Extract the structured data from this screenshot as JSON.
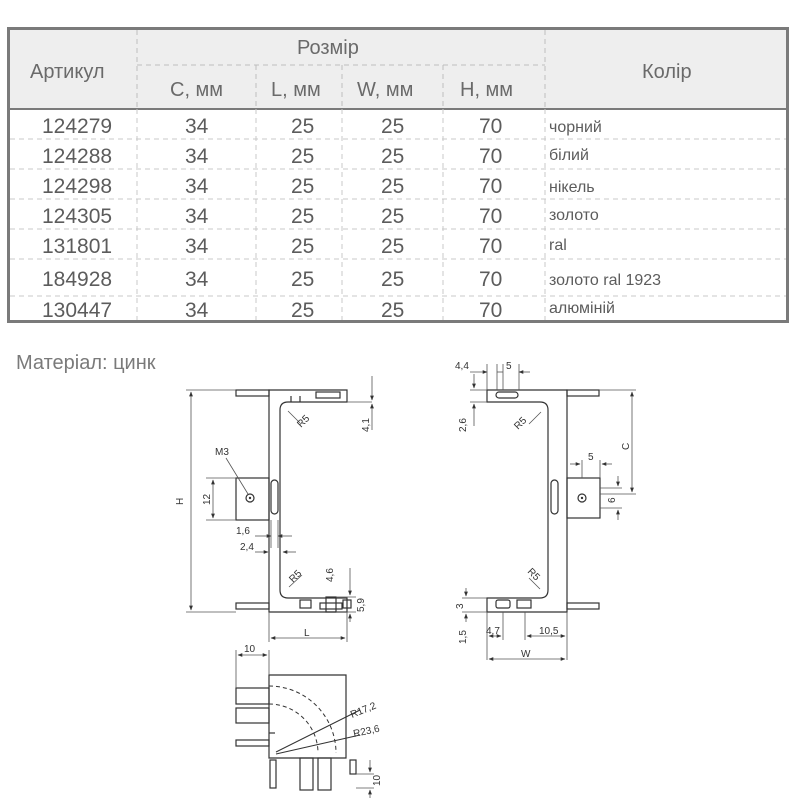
{
  "table": {
    "header": {
      "article": "Артикул",
      "size_group": "Розмір",
      "color": "Колір",
      "c": "C, мм",
      "l": "L, мм",
      "w": "W, мм",
      "h": "H, мм"
    },
    "rows": [
      {
        "article": "124279",
        "c": "34",
        "l": "25",
        "w": "25",
        "h": "70",
        "color": "чорний"
      },
      {
        "article": "124288",
        "c": "34",
        "l": "25",
        "w": "25",
        "h": "70",
        "color": "білий"
      },
      {
        "article": "124298",
        "c": "34",
        "l": "25",
        "w": "25",
        "h": "70",
        "color": "нікель"
      },
      {
        "article": "124305",
        "c": "34",
        "l": "25",
        "w": "25",
        "h": "70",
        "color": "золото"
      },
      {
        "article": "131801",
        "c": "34",
        "l": "25",
        "w": "25",
        "h": "70",
        "color": "ral"
      },
      {
        "article": "184928",
        "c": "34",
        "l": "25",
        "w": "25",
        "h": "70",
        "color": "золото ral 1923"
      },
      {
        "article": "130447",
        "c": "34",
        "l": "25",
        "w": "25",
        "h": "70",
        "color": "алюміній"
      }
    ]
  },
  "material": "Матеріал: цинк",
  "drawing": {
    "front": {
      "m3": "M3",
      "h": "H",
      "d12": "12",
      "r5_top": "R5",
      "d41": "4,1",
      "d16": "1,6",
      "d24": "2,4",
      "r5_bottom": "R5",
      "d46": "4,6",
      "d59": "5,9",
      "l": "L"
    },
    "side": {
      "d44": "4,4",
      "d5_top": "5",
      "d26": "2,6",
      "r5_top": "R5",
      "c": "C",
      "d5_mid": "5",
      "d6": "6",
      "r5_bottom": "R5",
      "d3": "3",
      "d15": "1,5",
      "d47": "4.7",
      "d105": "10,5",
      "w": "W"
    },
    "top": {
      "d10_top": "10",
      "r172": "R17,2",
      "r236": "R23,6",
      "d10_side": "10"
    }
  }
}
